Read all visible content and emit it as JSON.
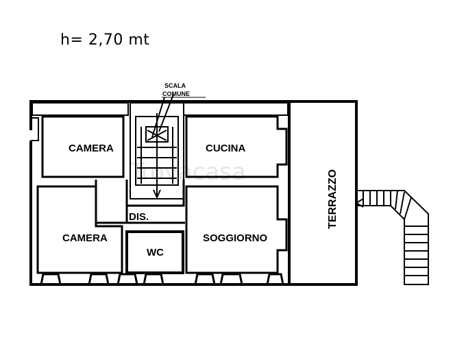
{
  "ceiling_height": "h= 2,70 mt",
  "stair_label": {
    "line1": "SCALA",
    "line2": "COMUNE"
  },
  "rooms": {
    "camera_top": "CAMERA",
    "cucina": "CUCINA",
    "camera_bottom": "CAMERA",
    "dis": "DIS.",
    "wc": "WC",
    "soggiorno": "SOGGIORNO",
    "terrazzo": "TERRAZZO"
  },
  "watermark": "Trovacasa"
}
